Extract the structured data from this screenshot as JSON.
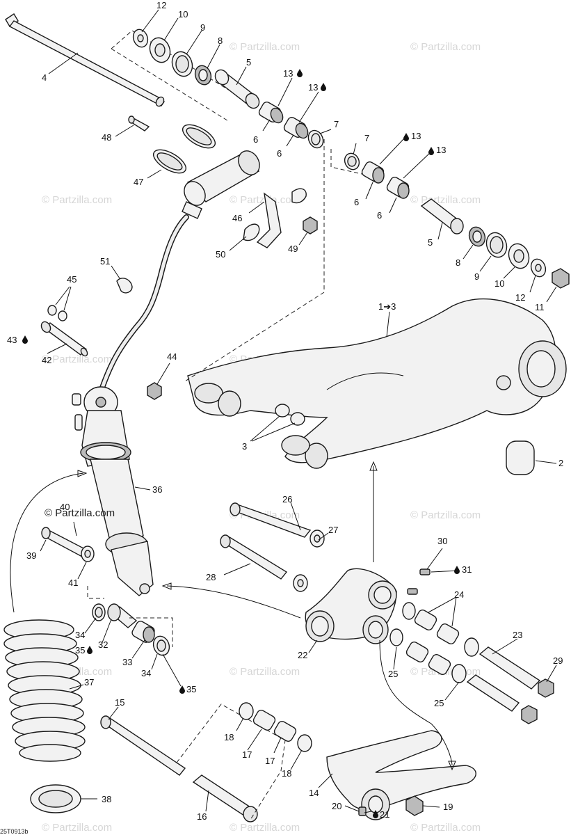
{
  "diagram": {
    "code": "25T0913b",
    "copyright": "© Partzilla.com",
    "watermark": "© Partzilla.com"
  },
  "callouts": [
    {
      "id": "c12a",
      "text": "12"
    },
    {
      "id": "c10a",
      "text": "10"
    },
    {
      "id": "c9a",
      "text": "9"
    },
    {
      "id": "c8a",
      "text": "8"
    },
    {
      "id": "c4",
      "text": "4"
    },
    {
      "id": "c5a",
      "text": "5"
    },
    {
      "id": "c13a",
      "text": "13"
    },
    {
      "id": "c13b",
      "text": "13"
    },
    {
      "id": "c6a",
      "text": "6"
    },
    {
      "id": "c6b",
      "text": "6"
    },
    {
      "id": "c7a",
      "text": "7"
    },
    {
      "id": "c48",
      "text": "48"
    },
    {
      "id": "c47",
      "text": "47"
    },
    {
      "id": "c7b",
      "text": "7"
    },
    {
      "id": "c13c",
      "text": "13"
    },
    {
      "id": "c13d",
      "text": "13"
    },
    {
      "id": "c6c",
      "text": "6"
    },
    {
      "id": "c6d",
      "text": "6"
    },
    {
      "id": "c46",
      "text": "46"
    },
    {
      "id": "c50",
      "text": "50"
    },
    {
      "id": "c49",
      "text": "49"
    },
    {
      "id": "c5b",
      "text": "5"
    },
    {
      "id": "c8b",
      "text": "8"
    },
    {
      "id": "c9b",
      "text": "9"
    },
    {
      "id": "c10b",
      "text": "10"
    },
    {
      "id": "c12b",
      "text": "12"
    },
    {
      "id": "c11",
      "text": "11"
    },
    {
      "id": "c51",
      "text": "51"
    },
    {
      "id": "c45",
      "text": "45"
    },
    {
      "id": "c43",
      "text": "43"
    },
    {
      "id": "c42",
      "text": "42"
    },
    {
      "id": "c44",
      "text": "44"
    },
    {
      "id": "c1_3",
      "text": "1➔3"
    },
    {
      "id": "c3",
      "text": "3"
    },
    {
      "id": "c2",
      "text": "2"
    },
    {
      "id": "c36",
      "text": "36"
    },
    {
      "id": "c40",
      "text": "40"
    },
    {
      "id": "c39",
      "text": "39"
    },
    {
      "id": "c41",
      "text": "41"
    },
    {
      "id": "c26",
      "text": "26"
    },
    {
      "id": "c27",
      "text": "27"
    },
    {
      "id": "c28",
      "text": "28"
    },
    {
      "id": "c30",
      "text": "30"
    },
    {
      "id": "c31",
      "text": "31"
    },
    {
      "id": "c24",
      "text": "24"
    },
    {
      "id": "c34a",
      "text": "34"
    },
    {
      "id": "c35a",
      "text": "35"
    },
    {
      "id": "c32",
      "text": "32"
    },
    {
      "id": "c33",
      "text": "33"
    },
    {
      "id": "c34b",
      "text": "34"
    },
    {
      "id": "c35b",
      "text": "35"
    },
    {
      "id": "c22",
      "text": "22"
    },
    {
      "id": "c25a",
      "text": "25"
    },
    {
      "id": "c23",
      "text": "23"
    },
    {
      "id": "c29",
      "text": "29"
    },
    {
      "id": "c25b",
      "text": "25"
    },
    {
      "id": "c37",
      "text": "37"
    },
    {
      "id": "c15",
      "text": "15"
    },
    {
      "id": "c18a",
      "text": "18"
    },
    {
      "id": "c17a",
      "text": "17"
    },
    {
      "id": "c17b",
      "text": "17"
    },
    {
      "id": "c18b",
      "text": "18"
    },
    {
      "id": "c38",
      "text": "38"
    },
    {
      "id": "c14",
      "text": "14"
    },
    {
      "id": "c20",
      "text": "20"
    },
    {
      "id": "c21",
      "text": "21"
    },
    {
      "id": "c19",
      "text": "19"
    },
    {
      "id": "c16",
      "text": "16"
    }
  ]
}
